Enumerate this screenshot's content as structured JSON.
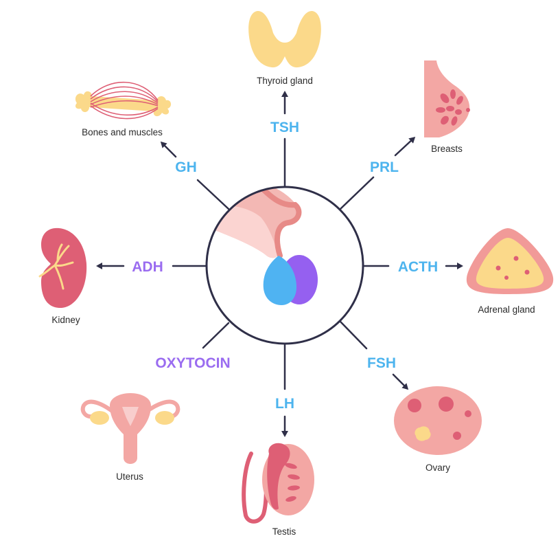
{
  "colors": {
    "line": "#2f2f48",
    "hormone_blue": "#4db4ee",
    "hormone_purple": "#9a6cf0",
    "skin_pink": "#f3a7a4",
    "deep_pink": "#de5f75",
    "pale_yellow": "#fbd98a",
    "pituitary_blue": "#4fb3f2",
    "pituitary_purple": "#9560f0"
  },
  "hormones": {
    "tsh": "TSH",
    "prl": "PRL",
    "acth": "ACTH",
    "fsh": "FSH",
    "lh": "LH",
    "oxytocin": "OXYTOCIN",
    "adh": "ADH",
    "gh": "GH"
  },
  "organs": {
    "thyroid": "Thyroid gland",
    "breasts": "Breasts",
    "adrenal": "Adrenal gland",
    "ovary": "Ovary",
    "testis": "Testis",
    "uterus": "Uterus",
    "kidney": "Kidney",
    "bones": "Bones and muscles"
  }
}
